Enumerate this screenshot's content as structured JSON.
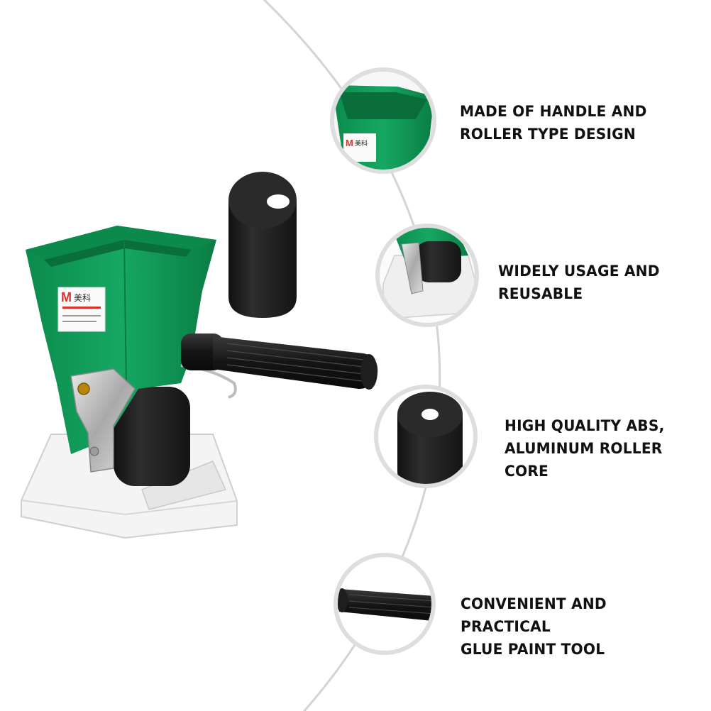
{
  "features": [
    {
      "text": "MADE OF HANDLE AND\nROLLER TYPE DESIGN",
      "thumbnail": "hopper-icon"
    },
    {
      "text": "WIDELY USAGE AND\nREUSABLE",
      "thumbnail": "roller-base-icon"
    },
    {
      "text": "HIGH QUALITY ABS,\nALUMINUM ROLLER\nCORE",
      "thumbnail": "foam-roller-icon"
    },
    {
      "text": "CONVENIENT AND PRACTICAL\nGLUE PAINT TOOL",
      "thumbnail": "handle-icon"
    }
  ],
  "product": {
    "brand_logo": "M",
    "brand_name": "美科"
  },
  "colors": {
    "hopper_green": "#11a05a",
    "hopper_green_dark": "#0a7a43",
    "base_white": "#f3f3f3",
    "foam_black": "#1c1c1c",
    "logo_red": "#d8332a",
    "arc_gray": "#d0d0d0"
  }
}
